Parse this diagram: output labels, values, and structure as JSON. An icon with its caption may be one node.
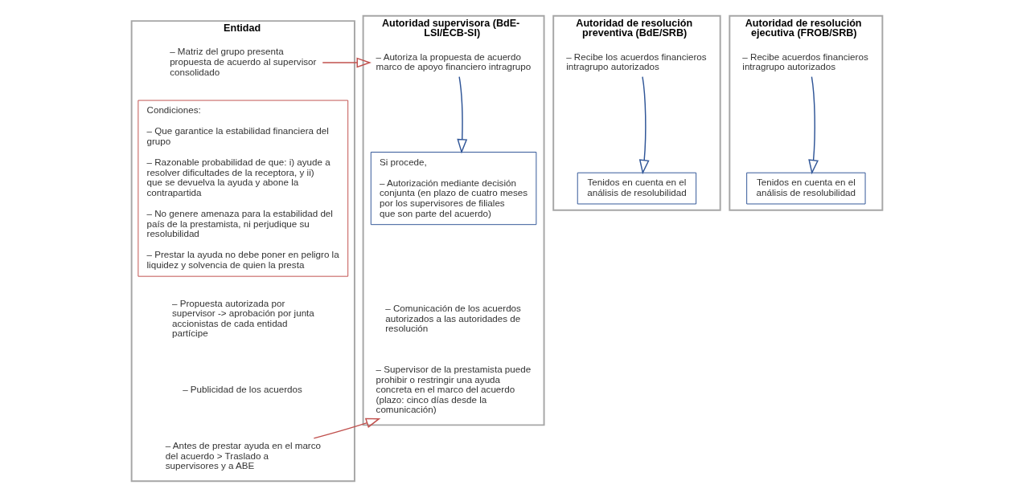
{
  "diagram": {
    "nodes": [
      {
        "text": [
          "Entidad"
        ]
      },
      {
        "text": [
          "– Matriz del grupo presenta propuesta de acuerdo al supervisor consolidado"
        ],
        "in": 0
      },
      {
        "text": [
          "Condiciones:",
          "– Que garantice la estabilidad financiera del grupo",
          "– Razonable probabilidad de que: i) ayude a resolver dificultades de la receptora, y ii) que se devuelva la ayuda y abone la contrapartida",
          "– No genere amenaza para la estabilidad del país de la prestamista, ni perjudique su resolubilidad",
          "– Prestar la ayuda no debe poner en peligro la liquidez y solvencia de quien la presta"
        ],
        "in": 0
      },
      {
        "text": [
          "– Propuesta autorizada por supervisor -> aprobación por junta accionistas de cada entidad partícipe"
        ],
        "in": 0
      },
      {
        "text": [
          "– Publicidad de los acuerdos"
        ],
        "in": 0
      },
      {
        "text": [
          "– Antes de prestar ayuda en el marco del acuerdo > Traslado a supervisores y a ABE"
        ],
        "in": 0
      },
      {
        "text": [
          "Autoridad supervisora (BdE-LSI/ECB-SI)"
        ]
      },
      {
        "text": [
          "– Autoriza la propuesta de acuerdo marco de apoyo financiero intragrupo"
        ],
        "in": 6
      },
      {
        "text": [
          "Si procede,",
          "– Autorización mediante decisión conjunta (en plazo de cuatro meses por los supervisores de filiales que son parte del acuerdo)"
        ],
        "in": 6
      },
      {
        "text": [
          "– Comunicación de los acuerdos autorizados a las autoridades de resolución"
        ],
        "in": 6
      },
      {
        "text": [
          "– Supervisor de la prestamista puede prohibir o restringir una ayuda concreta en el marco del acuerdo (plazo: cinco días desde la comunicación)"
        ],
        "in": 6
      },
      {
        "text": [
          "Autoridad de resolución preventiva (BdE/SRB)"
        ]
      },
      {
        "text": [
          "– Recibe los acuerdos financieros intragrupo autorizados"
        ],
        "in": 11
      },
      {
        "text": [
          "Tenidos en cuenta en el análisis de resolubilidad"
        ],
        "in": 11
      },
      {
        "text": [
          "Autoridad de resolución ejecutiva (FROB/SRB)"
        ]
      },
      {
        "text": [
          "– Recibe acuerdos financieros intragrupo autorizados"
        ],
        "in": 14
      },
      {
        "text": [
          "Tenidos en cuenta en el análisis de resolubilidad"
        ],
        "in": 14
      }
    ],
    "edges": [
      {
        "from": 1,
        "to": 7,
        "arrow": "to",
        "color": "#c0504d"
      },
      {
        "from": 7,
        "to": 8,
        "arrow": "to"
      },
      {
        "from": 5,
        "to": 10,
        "arrow": "to",
        "color": "#c0504d"
      },
      {
        "from": 12,
        "to": 13,
        "arrow": "to"
      },
      {
        "from": 15,
        "to": 16,
        "arrow": "to"
      }
    ]
  }
}
